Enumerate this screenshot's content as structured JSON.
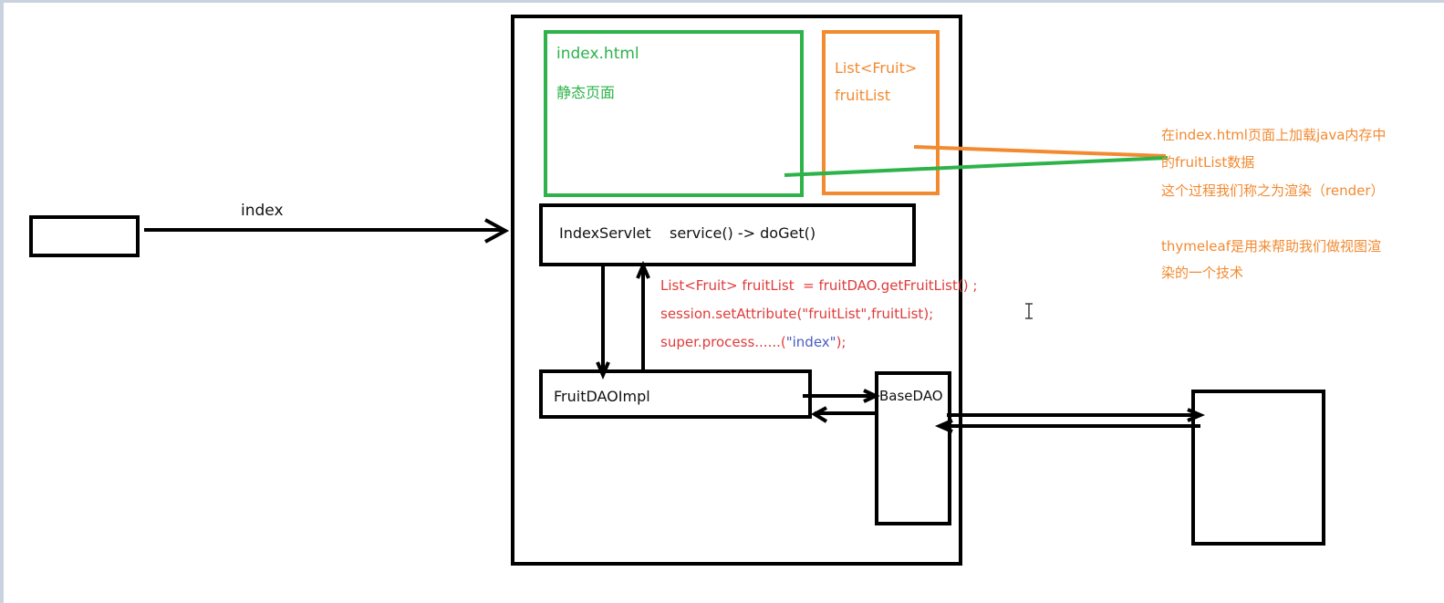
{
  "colors": {
    "stroke": "#000000",
    "green": "#2db34a",
    "orange": "#f28a30",
    "code_red": "#e03b3b",
    "string_blue": "#4a5cc4",
    "label_black": "#111111"
  },
  "diagram": {
    "arrow_label": "index",
    "index_html": {
      "title": "index.html",
      "subtitle": "静态页面"
    },
    "fruit_list_box": {
      "line1": "List<Fruit>",
      "line2": "fruitList"
    },
    "servlet_label": "IndexServlet    service() -> doGet()",
    "code": {
      "line1": "List<Fruit> fruitList  = fruitDAO.getFruitList() ;",
      "line2": "session.setAttribute(\"fruitList\",fruitList);",
      "line3_prefix": "super.process......(",
      "line3_string": "\"index\"",
      "line3_suffix": ");"
    },
    "dao_impl_label": "FruitDAOImpl",
    "base_dao_label": "BaseDAO",
    "note": {
      "line1": "在index.html页面上加载java内存中",
      "line2": "的fruitList数据",
      "line3": "这个过程我们称之为渲染（render）",
      "line4": "thymeleaf是用来帮助我们做视图渲",
      "line5": "染的一个技术"
    }
  }
}
